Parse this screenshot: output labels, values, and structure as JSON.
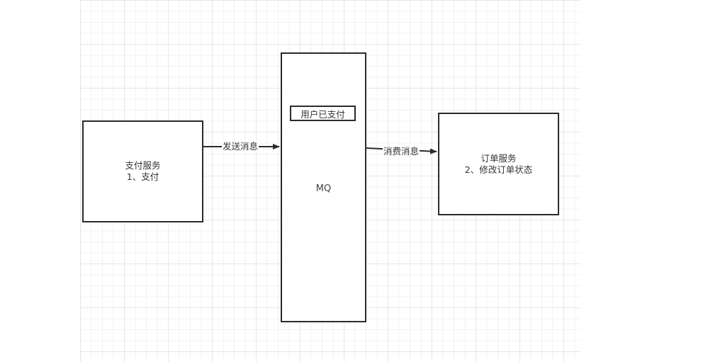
{
  "diagram": {
    "nodes": {
      "pay_service": {
        "label": "支付服务\n1、支付"
      },
      "mq": {
        "label": "MQ"
      },
      "mq_message": {
        "label": "用户已支付"
      },
      "order_service": {
        "label": "订单服务\n2、修改订单状态"
      }
    },
    "edges": {
      "send": {
        "from": "支付服务",
        "to": "MQ",
        "label": "发送消息"
      },
      "consume": {
        "from": "MQ",
        "to": "订单服务",
        "label": "消费消息"
      }
    },
    "colors": {
      "stroke": "#2b2b2b",
      "text": "#333333",
      "grid": "#e6e6e6"
    }
  }
}
